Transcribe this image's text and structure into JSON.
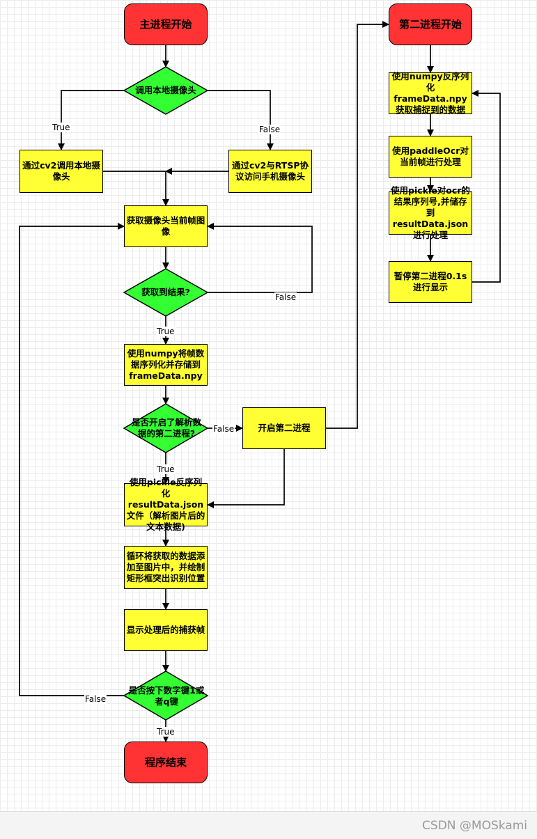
{
  "nodes": {
    "main_start": "主进程开始",
    "decision_local_cam": "调用本地摄像头",
    "local_cam": "通过cv2调用本地摄像头",
    "rtsp_cam": "通过cv2与RTSP协议访问手机摄像头",
    "get_frame": "获取摄像头当前帧图像",
    "decision_result": "获取到结果?",
    "save_npy": "使用numpy将帧数据序列化并存储到frameData.npy",
    "decision_second": "是否开启了解析数据的第二进程?",
    "start_second": "开启第二进程",
    "load_pickle": "使用pickle反序列化resultData.json文件（解析图片后的文本数据)",
    "draw_loop": "循环将获取的数据添加至图片中，并绘制矩形框突出识别位置",
    "show_frame": "显示处理后的捕获帧",
    "decision_key": "是否按下数字键1或者q键",
    "end": "程序结束",
    "second_start": "第二进程开始",
    "load_npy": "使用numpy反序列化frameData.npy获取捕捉到的数据",
    "paddle": "使用paddleOcr对当前帧进行处理",
    "pickle_save": "使用pickle对ocr的结果序列号,并储存到resultData.json进行处理",
    "pause": "暂停第二进程0.1s进行显示"
  },
  "labels": {
    "true": "True",
    "false": "False"
  },
  "colors": {
    "terminal": "#ff3333",
    "process": "#ffff33",
    "decision": "#33ff33"
  },
  "watermark": "CSDN @MOSkami"
}
